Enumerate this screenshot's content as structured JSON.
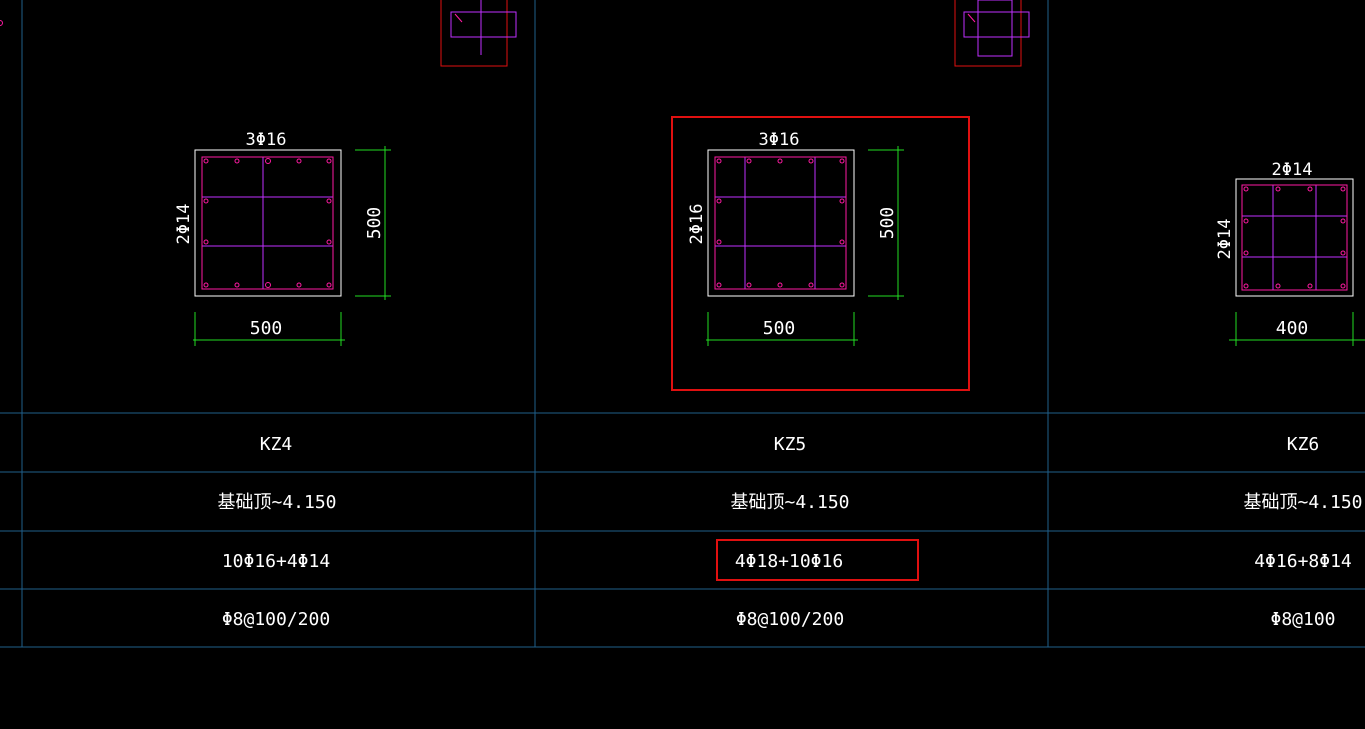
{
  "colors": {
    "background": "#000000",
    "grid": "#1f5f8a",
    "column_outline": "#ffffff",
    "rebar": "#ff1aa3",
    "stirrup": "#c030ff",
    "dimension": "#22dd22",
    "highlight": "#e01010"
  },
  "sections": [
    {
      "name": "KZ4",
      "top_rebar": "3Φ16",
      "side_rebar": "2Φ14",
      "dim_width": "500",
      "dim_height": "500",
      "elevation": "基础顶~4.150",
      "longitudinal": "10Φ16+4Φ14",
      "stirrup": "Φ8@100/200"
    },
    {
      "name": "KZ5",
      "top_rebar": "3Φ16",
      "side_rebar": "2Φ16",
      "dim_width": "500",
      "dim_height": "500",
      "elevation": "基础顶~4.150",
      "longitudinal": "4Φ18+10Φ16",
      "stirrup": "Φ8@100/200"
    },
    {
      "name": "KZ6",
      "top_rebar": "2Φ14",
      "side_rebar": "2Φ14",
      "dim_width": "400",
      "dim_height": "",
      "elevation": "基础顶~4.150",
      "longitudinal": "4Φ16+8Φ14",
      "stirrup": "Φ8@100"
    }
  ]
}
